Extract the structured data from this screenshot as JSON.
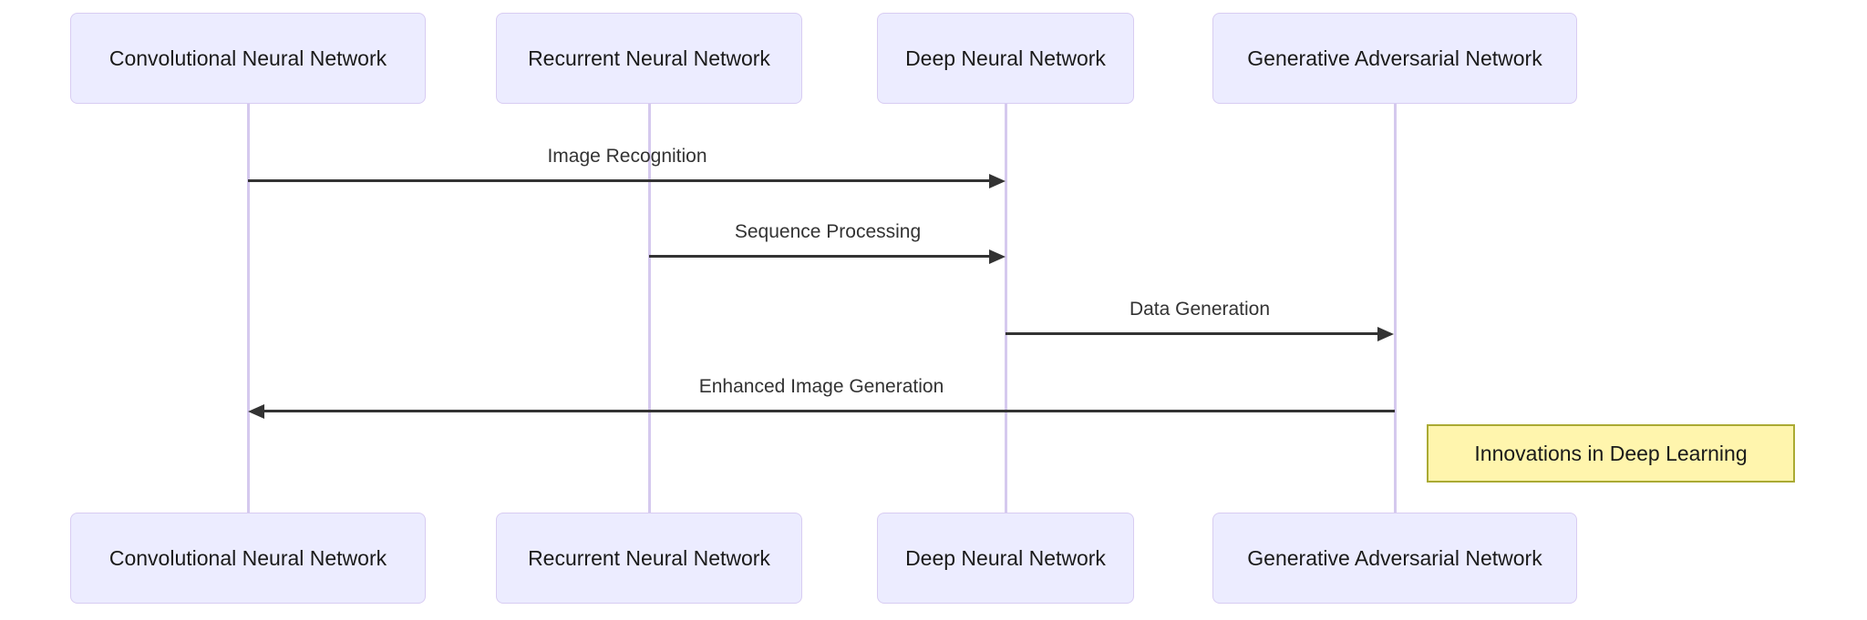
{
  "diagram": {
    "type": "sequence-diagram",
    "background": "#ffffff",
    "colors": {
      "actor_fill": "#ECECFF",
      "actor_border": "#D8CCF2",
      "lifeline": "#D5C9EE",
      "arrow": "#333333",
      "message_text": "#333333",
      "actor_text": "#1a1a1a",
      "note_fill": "#FFF5AD",
      "note_border": "#AAAA33",
      "note_text": "#1a1a1a"
    },
    "actors": [
      {
        "id": "cnn",
        "label": "Convolutional Neural Network"
      },
      {
        "id": "rnn",
        "label": "Recurrent Neural Network"
      },
      {
        "id": "dnn",
        "label": "Deep Neural Network"
      },
      {
        "id": "gan",
        "label": "Generative Adversarial Network"
      }
    ],
    "messages": [
      {
        "label": "Image Recognition",
        "from": "cnn",
        "to": "dnn",
        "arrow": "solid",
        "direction": "right"
      },
      {
        "label": "Sequence Processing",
        "from": "rnn",
        "to": "dnn",
        "arrow": "solid",
        "direction": "right"
      },
      {
        "label": "Data Generation",
        "from": "dnn",
        "to": "gan",
        "arrow": "solid",
        "direction": "right"
      },
      {
        "label": "Enhanced Image Generation",
        "from": "gan",
        "to": "cnn",
        "arrow": "solid",
        "direction": "left"
      }
    ],
    "note": {
      "label": "Innovations in Deep Learning",
      "position": "right-of-gan"
    }
  }
}
